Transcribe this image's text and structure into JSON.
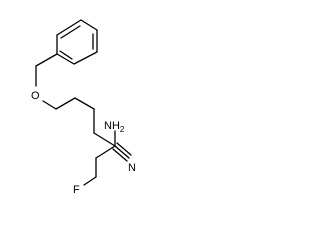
{
  "molecule": {
    "atoms": {
      "oxygen": "O",
      "amino": "NH",
      "amino_subscript": "2",
      "fluorine": "F",
      "nitrile": "N"
    },
    "colors": {
      "bond": "#000000",
      "text": "#000000",
      "background": "#ffffff"
    }
  }
}
